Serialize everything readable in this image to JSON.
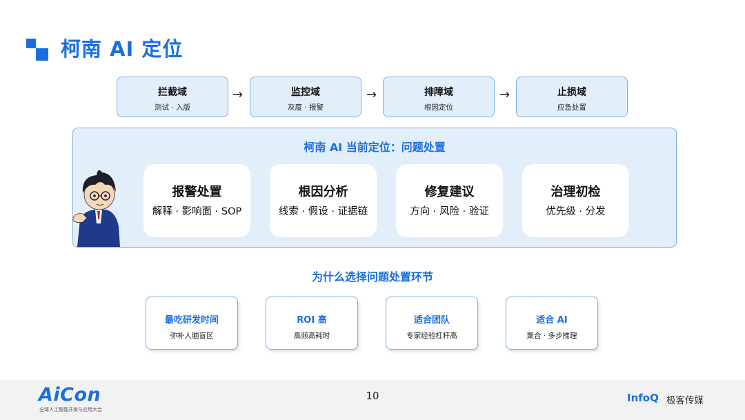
{
  "header": {
    "title": "柯南 AI 定位"
  },
  "domains": [
    {
      "title": "拦截域",
      "sub": "测试 · 入版"
    },
    {
      "title": "监控域",
      "sub": "灰度 · 报警"
    },
    {
      "title": "排障域",
      "sub": "根因定位"
    },
    {
      "title": "止损域",
      "sub": "应急处置"
    }
  ],
  "arrow_glyph": "→",
  "panel": {
    "title": "柯南 AI 当前定位：问题处置",
    "cards": [
      {
        "title": "报警处置",
        "sub": "解释 · 影响面 · SOP"
      },
      {
        "title": "根因分析",
        "sub": "线索 · 假设 · 证据链"
      },
      {
        "title": "修复建议",
        "sub": "方向 · 风险 · 验证"
      },
      {
        "title": "治理初检",
        "sub": "优先级 · 分发"
      }
    ]
  },
  "why": {
    "title": "为什么选择问题处置环节",
    "items": [
      {
        "title": "最吃研发时间",
        "sub": "弥补人脑盲区"
      },
      {
        "title": "ROI 高",
        "sub": "高频高耗时"
      },
      {
        "title": "适合团队",
        "sub": "专家经验杠杆高"
      },
      {
        "title": "适合 AI",
        "sub": "聚合 · 多步推理"
      }
    ]
  },
  "footer": {
    "brand": "AiCon",
    "brand_sub": "全球人工智能开发与应用大会",
    "page_number": "10",
    "partner": "InfoQ",
    "partner_cn": "极客传媒"
  },
  "colors": {
    "accent": "#1a6fe0",
    "panel_bg": "#e3eefb",
    "border": "#7aaee6"
  }
}
